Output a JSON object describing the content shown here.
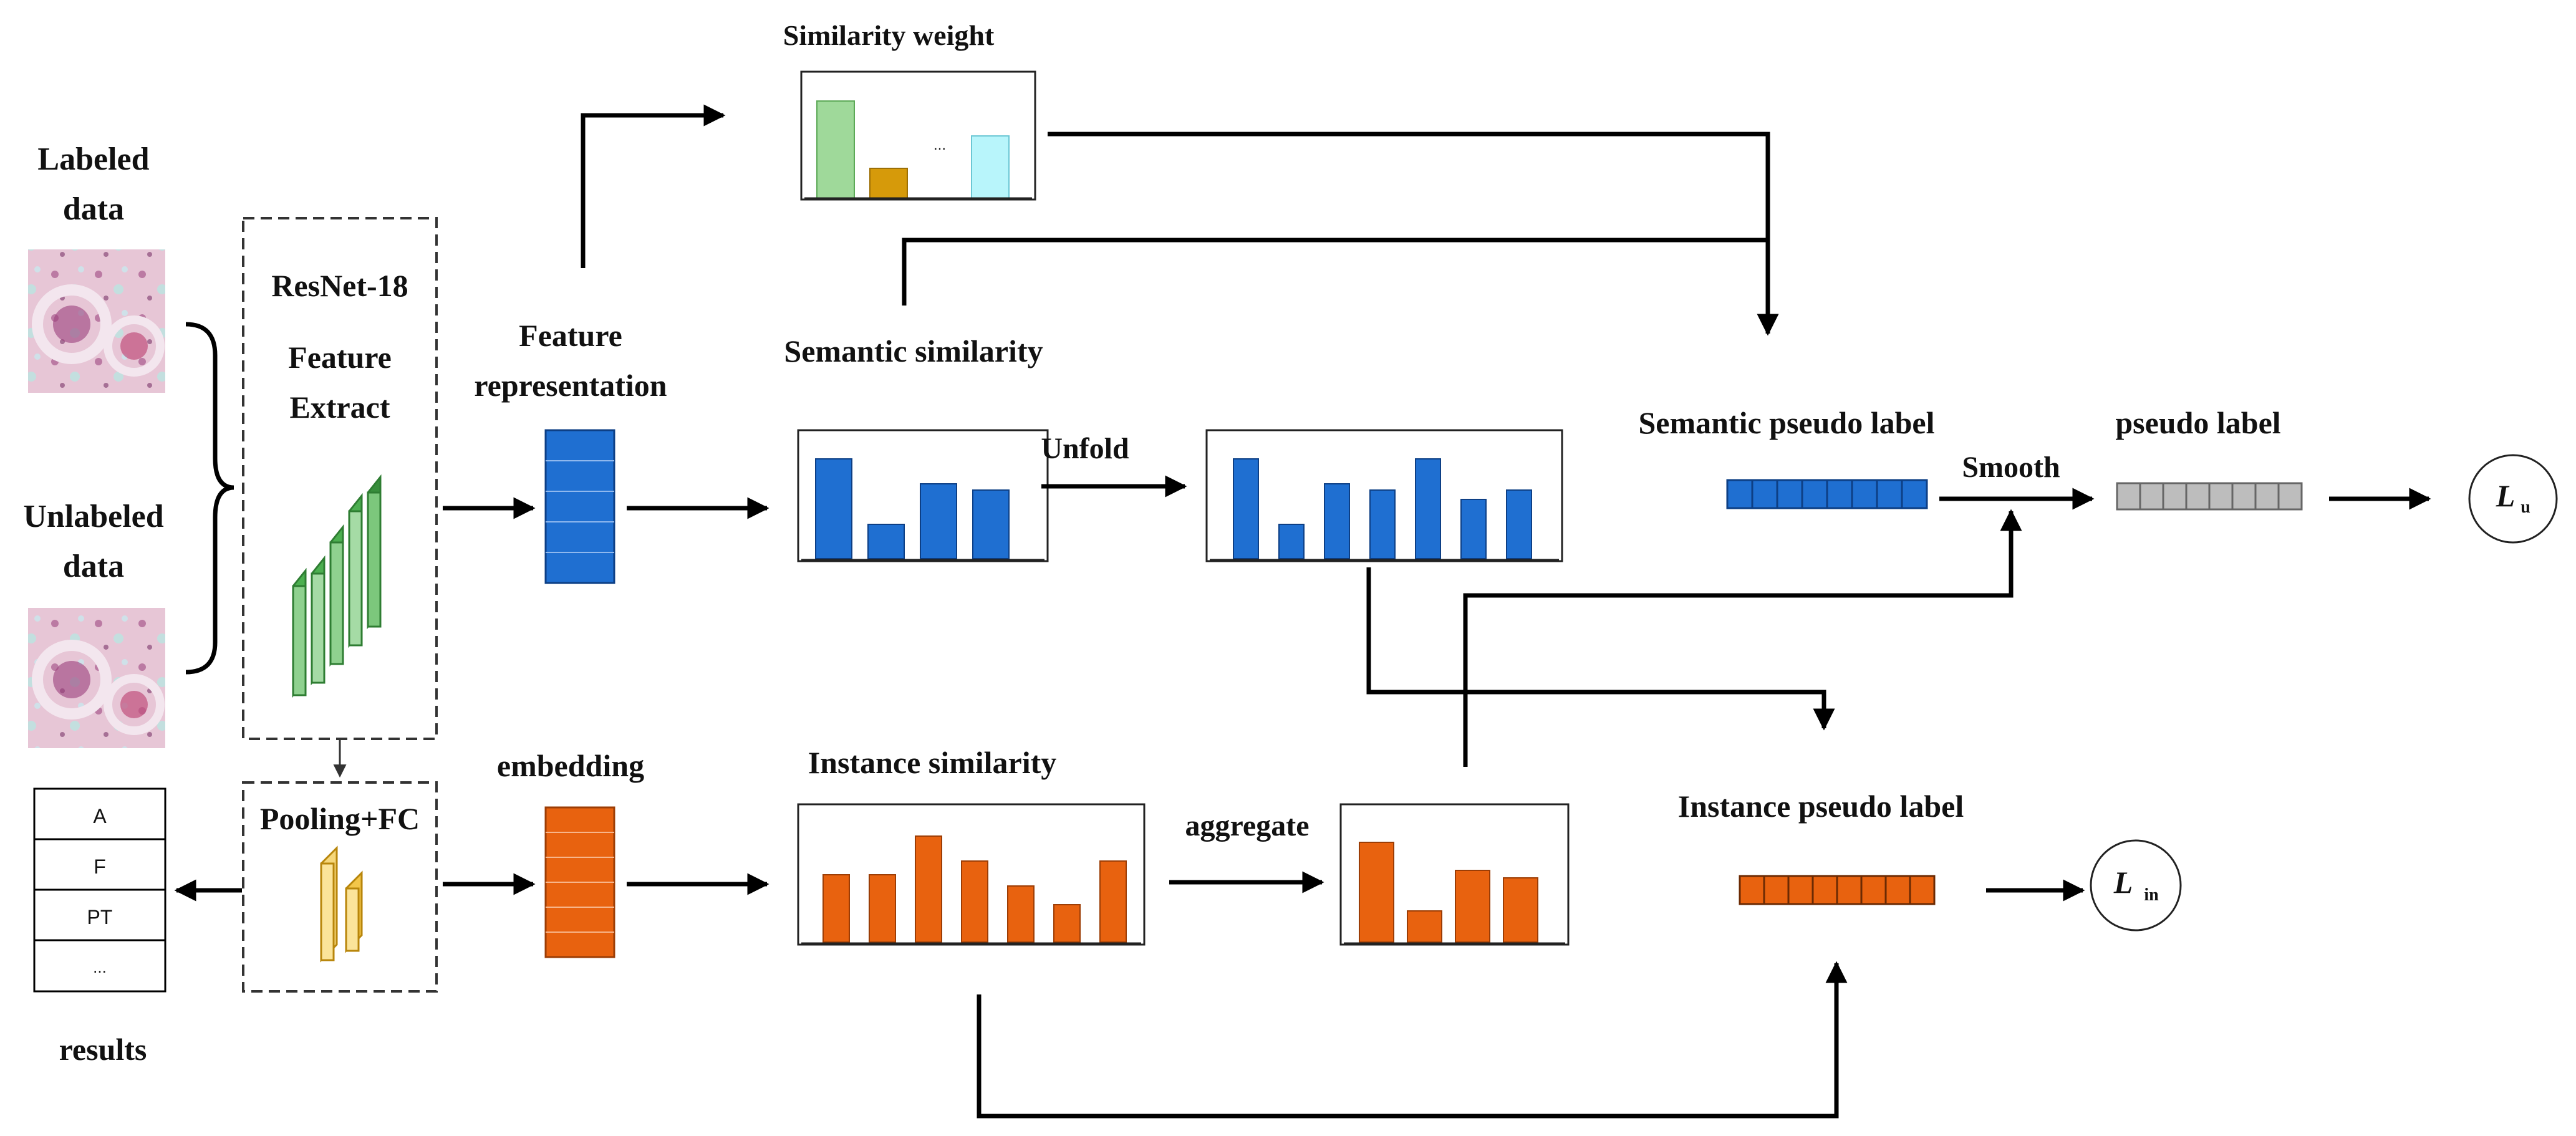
{
  "labels": {
    "labeled_data": [
      "Labeled",
      "data"
    ],
    "unlabeled_data": [
      "Unlabeled",
      "data"
    ],
    "resnet": "ResNet-18",
    "feature_extract": [
      "Feature",
      "Extract"
    ],
    "pooling_fc": "Pooling+FC",
    "feature_representation": [
      "Feature",
      "representation"
    ],
    "embedding": "embedding",
    "similarity_weight": "Similarity weight",
    "semantic_similarity": "Semantic similarity",
    "unfold": "Unfold",
    "instance_similarity": "Instance  similarity",
    "aggregate": "aggregate",
    "semantic_pseudo_label": "Semantic pseudo label",
    "smooth": "Smooth",
    "pseudo_label": "pseudo label",
    "instance_pseudo_label": "Instance pseudo label",
    "results": "results",
    "loss_u": {
      "symbol": "L",
      "subscript": "u"
    },
    "loss_in": {
      "symbol": "L",
      "subscript": "in"
    }
  },
  "results_list": [
    "A",
    "F",
    "PT",
    "..."
  ],
  "similarity_weight_ellipsis": "...",
  "colors": {
    "blue": "#1f6fd1",
    "orange": "#e8620f",
    "green_backbone": "#5cb85c",
    "yellow_head": "#f3c64a",
    "gray_label": "#bdbdbd"
  },
  "icons": {
    "backbone": "layered-3d-blocks-icon",
    "head": "small-3d-block-icon",
    "tissue": "histology-image-thumbnail"
  }
}
